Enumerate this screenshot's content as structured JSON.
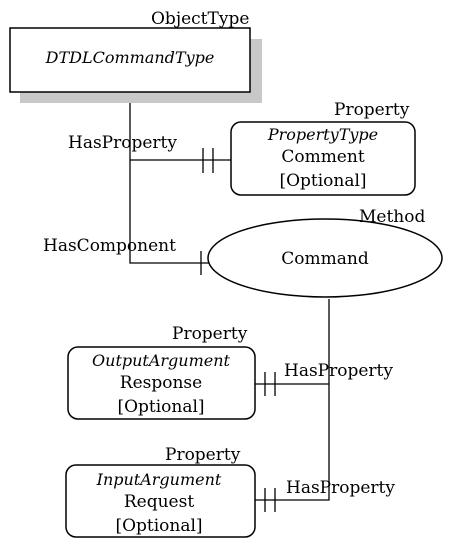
{
  "object_node": {
    "type_label": "ObjectType",
    "name": "DTDLCommandType"
  },
  "comment_node": {
    "type_label": "Property",
    "datatype": "PropertyType",
    "name": "Comment",
    "modelling_rule": "[Optional]",
    "reference": "HasProperty"
  },
  "command_node": {
    "type_label": "Method",
    "name": "Command",
    "reference": "HasComponent"
  },
  "response_node": {
    "type_label": "Property",
    "datatype": "OutputArgument",
    "name": "Response",
    "modelling_rule": "[Optional]",
    "reference": "HasProperty"
  },
  "request_node": {
    "type_label": "Property",
    "datatype": "InputArgument",
    "name": "Request",
    "modelling_rule": "[Optional]",
    "reference": "HasProperty"
  }
}
